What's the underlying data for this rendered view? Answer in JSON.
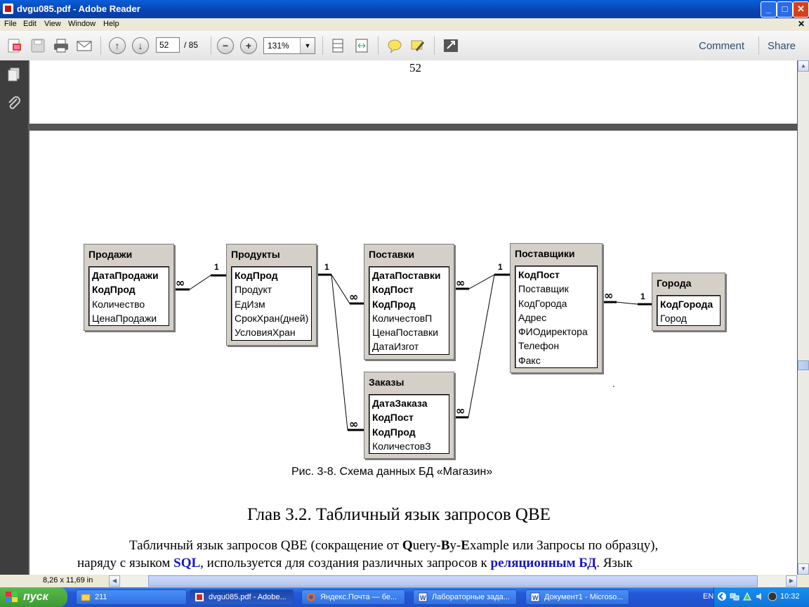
{
  "window": {
    "title": "dvgu085.pdf - Adobe Reader"
  },
  "menu": {
    "items": [
      "File",
      "Edit",
      "View",
      "Window",
      "Help"
    ]
  },
  "toolbar": {
    "page_current": "52",
    "page_total": "/ 85",
    "zoom": "131%",
    "comment_label": "Comment",
    "share_label": "Share"
  },
  "page": {
    "number": "52"
  },
  "diagram": {
    "tables": [
      {
        "name": "Продажи",
        "fields": [
          {
            "n": "ДатаПродажи",
            "k": true
          },
          {
            "n": "КодПрод",
            "k": true
          },
          {
            "n": "Количество",
            "k": false
          },
          {
            "n": "ЦенаПродажи",
            "k": false
          }
        ]
      },
      {
        "name": "Продукты",
        "fields": [
          {
            "n": "КодПрод",
            "k": true
          },
          {
            "n": "Продукт",
            "k": false
          },
          {
            "n": "ЕдИзм",
            "k": false
          },
          {
            "n": "СрокХран(дней)",
            "k": false
          },
          {
            "n": "УсловияХран",
            "k": false
          }
        ]
      },
      {
        "name": "Поставки",
        "fields": [
          {
            "n": "ДатаПоставки",
            "k": true
          },
          {
            "n": "КодПост",
            "k": true
          },
          {
            "n": "КодПрод",
            "k": true
          },
          {
            "n": "КоличестовП",
            "k": false
          },
          {
            "n": "ЦенаПоставки",
            "k": false
          },
          {
            "n": "ДатаИзгот",
            "k": false
          }
        ]
      },
      {
        "name": "Поставщики",
        "fields": [
          {
            "n": "КодПост",
            "k": true
          },
          {
            "n": "Поставщик",
            "k": false
          },
          {
            "n": "КодГорода",
            "k": false
          },
          {
            "n": "Адрес",
            "k": false
          },
          {
            "n": "ФИОдиректора",
            "k": false
          },
          {
            "n": "Телефон",
            "k": false
          },
          {
            "n": "Факс",
            "k": false
          }
        ]
      },
      {
        "name": "Города",
        "fields": [
          {
            "n": "КодГорода",
            "k": true
          },
          {
            "n": "Город",
            "k": false
          }
        ]
      },
      {
        "name": "Заказы",
        "fields": [
          {
            "n": "ДатаЗаказа",
            "k": true
          },
          {
            "n": "КодПост",
            "k": true
          },
          {
            "n": "КодПрод",
            "k": true
          },
          {
            "n": "КоличестовЗ",
            "k": false
          }
        ]
      }
    ],
    "one_label": "1",
    "many_label": "∞"
  },
  "caption": "Рис. 3-8. Схема данных БД «Магазин»",
  "heading": "Глав 3.2. Табличный язык запросов QBE",
  "para": {
    "l1_a": "Табличный язык запросов QBE (сокращение от ",
    "l1_q": "Q",
    "l1_b": "uery-",
    "l1_by": "B",
    "l1_c": "y-",
    "l1_e": "E",
    "l1_d": "xample или Запросы по образцу),",
    "l2_a": "наряду с языком ",
    "l2_sql": "SQL",
    "l2_b": ", используется для создания различных запросов к ",
    "l2_rel": "реляционным БД",
    "l2_c": ". Язык"
  },
  "status": {
    "page_size": "8,26 x 11,69 in"
  },
  "taskbar": {
    "start": "пуск",
    "tasks": [
      "211",
      "dvgu085.pdf - Adobe...",
      "Яндекс.Почта — бе...",
      "Лабораторные зада...",
      "Документ1 - Microso..."
    ],
    "lang": "EN",
    "time": "10:32"
  }
}
